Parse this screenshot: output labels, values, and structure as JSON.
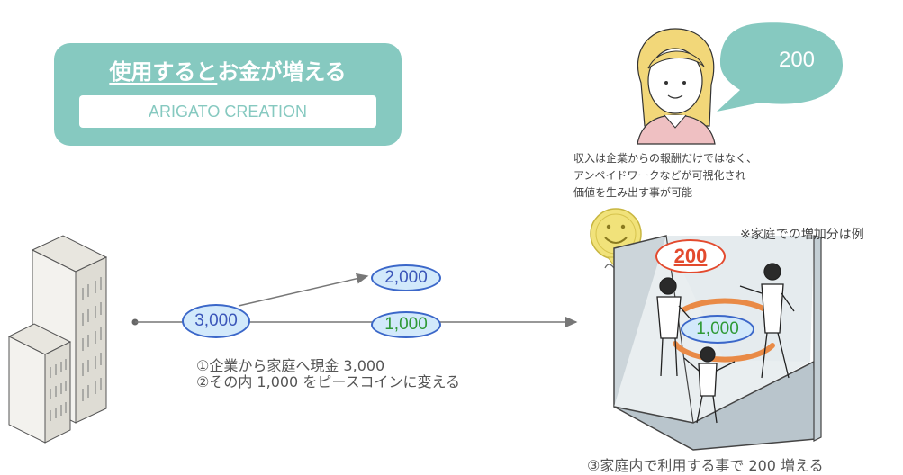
{
  "title": {
    "underlined": "使用すると",
    "rest": "お金が増える",
    "subtitle": "ARIGATO CREATION"
  },
  "speech_bubble": {
    "value": "200"
  },
  "description": [
    "収入は企業からの報酬だけではなく、",
    "アンペイドワークなどが可視化され",
    "価値を生み出す事が可能"
  ],
  "note": "※家庭での増加分は例",
  "flow": {
    "start_value": "3,000",
    "branch_upper": "2,000",
    "branch_lower": "1,000",
    "steps": [
      "①企業から家庭へ現金 3,000",
      "②その内 1,000 をピースコインに変える"
    ]
  },
  "home": {
    "increase_value": "200",
    "circulating_value": "1,000",
    "step": "③家庭内で利用する事で 200 増える"
  },
  "colors": {
    "title_card": "#86c9c0",
    "pill_border": "#3b67c9",
    "pill_fill": "#d2e9fb",
    "green_text": "#2f9a37",
    "red_accent": "#e34a2e",
    "coin_yellow": "#f1e27a",
    "arrow_gray": "#777777"
  }
}
